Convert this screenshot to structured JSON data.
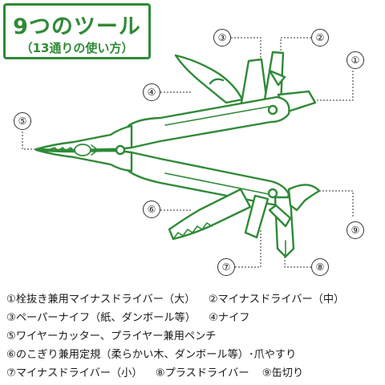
{
  "title": {
    "main": "9つのツール",
    "sub": "（13通りの使い方）"
  },
  "colors": {
    "accent": "#2f8a37",
    "line": "#333333"
  },
  "callouts": [
    "①",
    "②",
    "③",
    "④",
    "⑤",
    "⑥",
    "⑦",
    "⑧",
    "⑨"
  ],
  "legend": {
    "rows": [
      [
        "①栓抜き兼用マイナスドライバー（大）",
        "②マイナスドライバー（中）"
      ],
      [
        "③ペーパーナイフ（紙、ダンボール等）",
        "④ナイフ"
      ],
      [
        "⑤ワイヤーカッター、プライヤー兼用ペンチ"
      ],
      [
        "⑥のこぎり兼用定規（柔らかい木、ダンボール等）･爪やすり"
      ],
      [
        "⑦マイナスドライバー（小）",
        "⑧プラスドライバー",
        "⑨缶切り"
      ]
    ]
  }
}
